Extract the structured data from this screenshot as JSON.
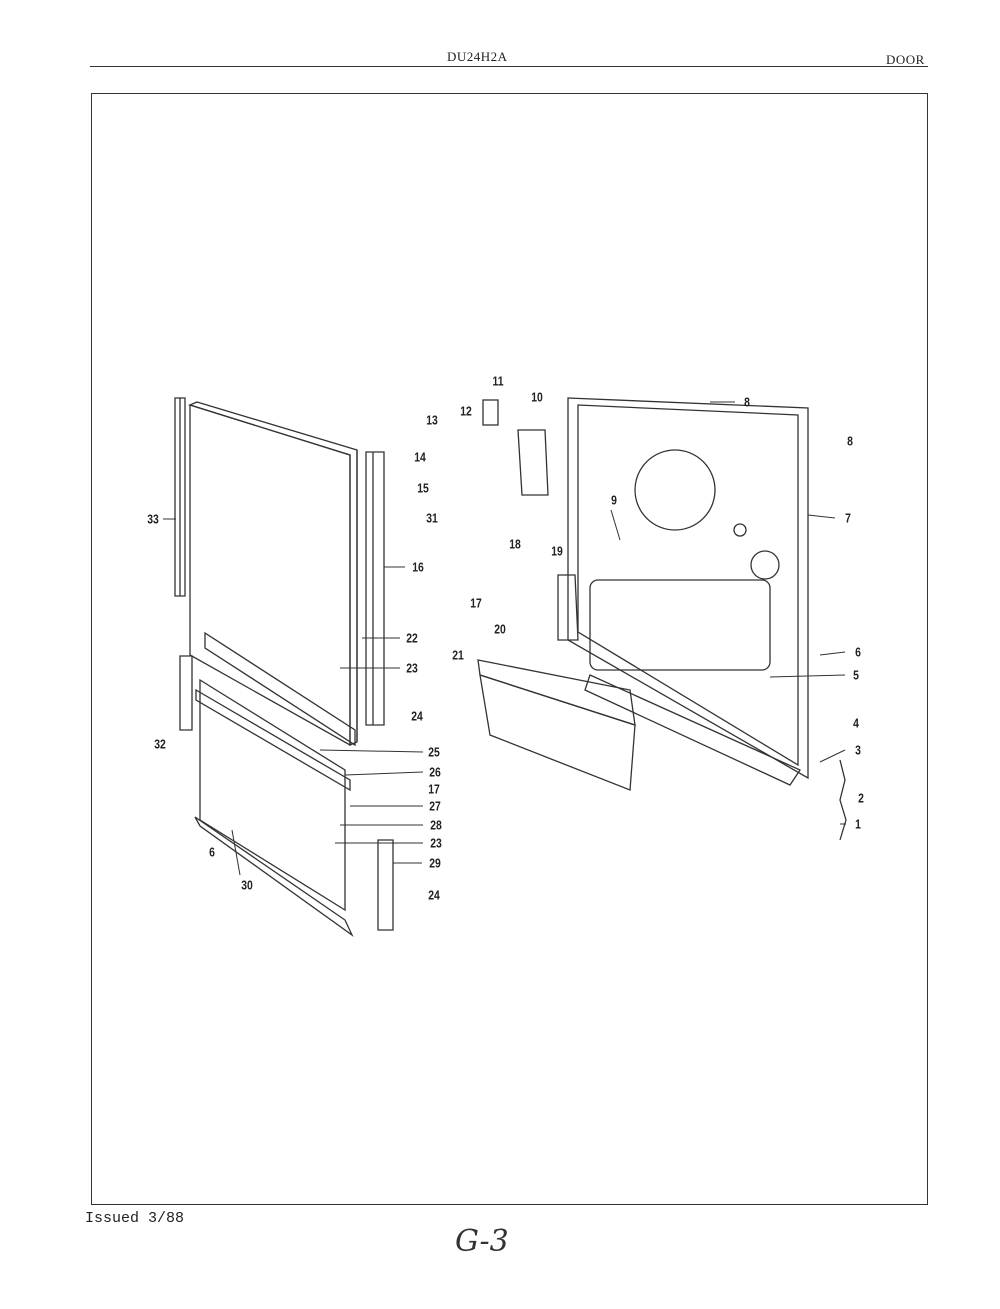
{
  "header": {
    "model": "DU24H2A",
    "section": "DOOR"
  },
  "footer": {
    "issued": "Issued 3/88",
    "page": "G-3"
  },
  "callouts": [
    "11",
    "10",
    "8",
    "13",
    "12",
    "8",
    "14",
    "15",
    "31",
    "9",
    "7",
    "33",
    "16",
    "18",
    "19",
    "17",
    "20",
    "22",
    "6",
    "21",
    "23",
    "5",
    "24",
    "4",
    "32",
    "25",
    "3",
    "26",
    "2",
    "17",
    "27",
    "28",
    "1",
    "23",
    "6",
    "29",
    "30",
    "24"
  ]
}
